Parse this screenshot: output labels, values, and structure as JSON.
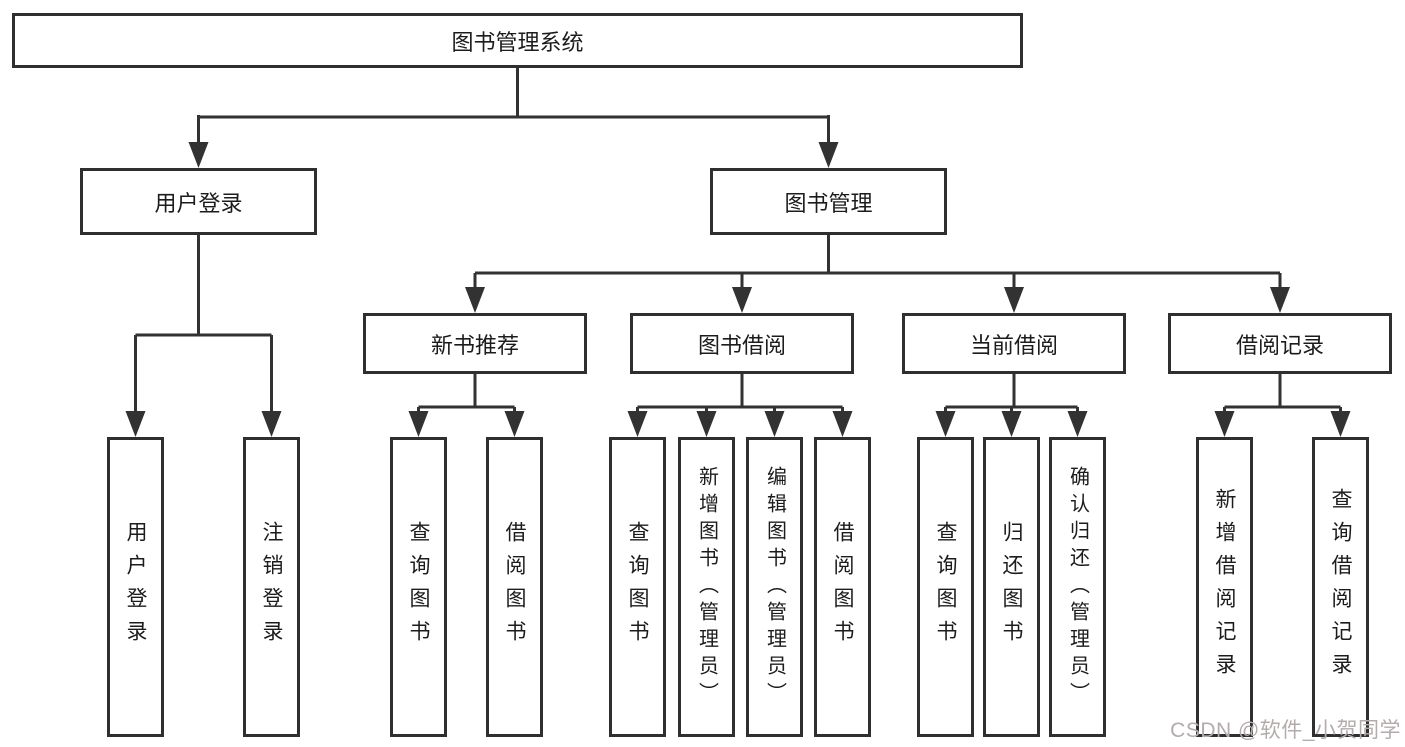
{
  "tree": {
    "label": "图书管理系统",
    "children": [
      {
        "label": "用户登录",
        "children": [
          {
            "label": "用户登录"
          },
          {
            "label": "注销登录"
          }
        ]
      },
      {
        "label": "图书管理",
        "children": [
          {
            "label": "新书推荐",
            "children": [
              {
                "label": "查询图书"
              },
              {
                "label": "借阅图书"
              }
            ]
          },
          {
            "label": "图书借阅",
            "children": [
              {
                "label": "查询图书"
              },
              {
                "label": "新增图书（管理员）"
              },
              {
                "label": "编辑图书（管理员）"
              },
              {
                "label": "借阅图书"
              }
            ]
          },
          {
            "label": "当前借阅",
            "children": [
              {
                "label": "查询图书"
              },
              {
                "label": "归还图书"
              },
              {
                "label": "确认归还（管理员）"
              }
            ]
          },
          {
            "label": "借阅记录",
            "children": [
              {
                "label": "新增借阅记录"
              },
              {
                "label": "查询借阅记录"
              }
            ]
          }
        ]
      }
    ]
  },
  "watermark": "CSDN @软件_小贺同学",
  "colors": {
    "line": "#323232",
    "box_border": "#2f2f2f",
    "box_fill": "#ffffff",
    "text": "#1c1c1c",
    "watermark": "#b4acac",
    "background": "#ffffff"
  }
}
